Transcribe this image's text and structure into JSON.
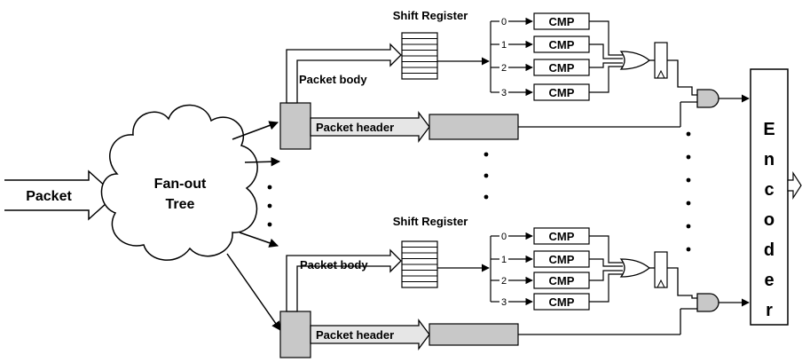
{
  "input": {
    "label": "Packet"
  },
  "fanout": {
    "label_line1": "Fan-out",
    "label_line2": "Tree"
  },
  "top": {
    "shift_register_label": "Shift Register",
    "body_label": "Packet body",
    "header_label": "Packet header",
    "comparators": [
      {
        "index": "0",
        "label": "CMP"
      },
      {
        "index": "1",
        "label": "CMP"
      },
      {
        "index": "2",
        "label": "CMP"
      },
      {
        "index": "3",
        "label": "CMP"
      }
    ]
  },
  "bottom": {
    "shift_register_label": "Shift Register",
    "body_label": "Packet body",
    "header_label": "Packet header",
    "comparators": [
      {
        "index": "0",
        "label": "CMP"
      },
      {
        "index": "1",
        "label": "CMP"
      },
      {
        "index": "2",
        "label": "CMP"
      },
      {
        "index": "3",
        "label": "CMP"
      }
    ]
  },
  "encoder": {
    "letters": [
      "E",
      "n",
      "c",
      "o",
      "d",
      "e",
      "r"
    ]
  },
  "colors": {
    "block_fill": "#c8c8c8",
    "line": "#000000",
    "background": "#ffffff"
  }
}
